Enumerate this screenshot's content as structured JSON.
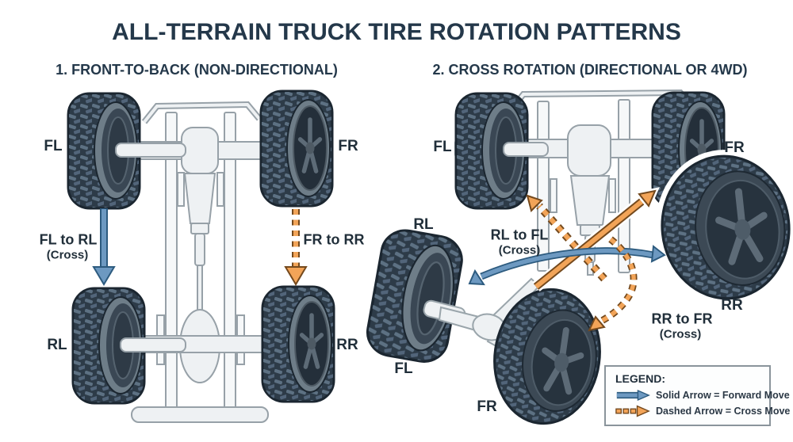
{
  "title": "ALL-TERRAIN TRUCK TIRE ROTATION PATTERNS",
  "diagram1": {
    "heading": "1. FRONT-TO-BACK (NON-DIRECTIONAL)",
    "labels": {
      "fl": "FL",
      "fr": "FR",
      "rl": "RL",
      "rr": "RR"
    },
    "moves": [
      {
        "text": "FL to RL",
        "sub": "(Cross)",
        "style": "solid-blue-arrow"
      },
      {
        "text": "FR to RR",
        "sub": "",
        "style": "dashed-orange-arrow"
      }
    ]
  },
  "diagram2": {
    "heading": "2. CROSS ROTATION (DIRECTIONAL OR 4WD)",
    "labels": {
      "fl_top": "FL",
      "fr_top": "FR",
      "rl": "RL",
      "rr": "RR",
      "fl_bottom": "FL",
      "fr_bottom": "FR"
    },
    "moves": [
      {
        "text": "RL to FL",
        "sub": "(Cross)",
        "style": "dashed-orange-arrow"
      },
      {
        "text": "RR to FR",
        "sub": "(Cross)",
        "style": "dashed-orange-arrow"
      }
    ]
  },
  "legend": {
    "title": "LEGEND:",
    "items": [
      {
        "icon": "solid-arrow-icon",
        "text": "Solid Arrow = Forward Move"
      },
      {
        "icon": "dashed-arrow-icon",
        "text": "Dashed Arrow = Cross Move"
      }
    ]
  },
  "colors": {
    "ink": "#24384a",
    "accent_blue": "#6d99c1",
    "accent_blue_dark": "#2d5b7f",
    "accent_orange": "#f2a458",
    "accent_orange_dark": "#74491d",
    "chassis": "#eef1f3",
    "tire": "#2d3b48"
  }
}
